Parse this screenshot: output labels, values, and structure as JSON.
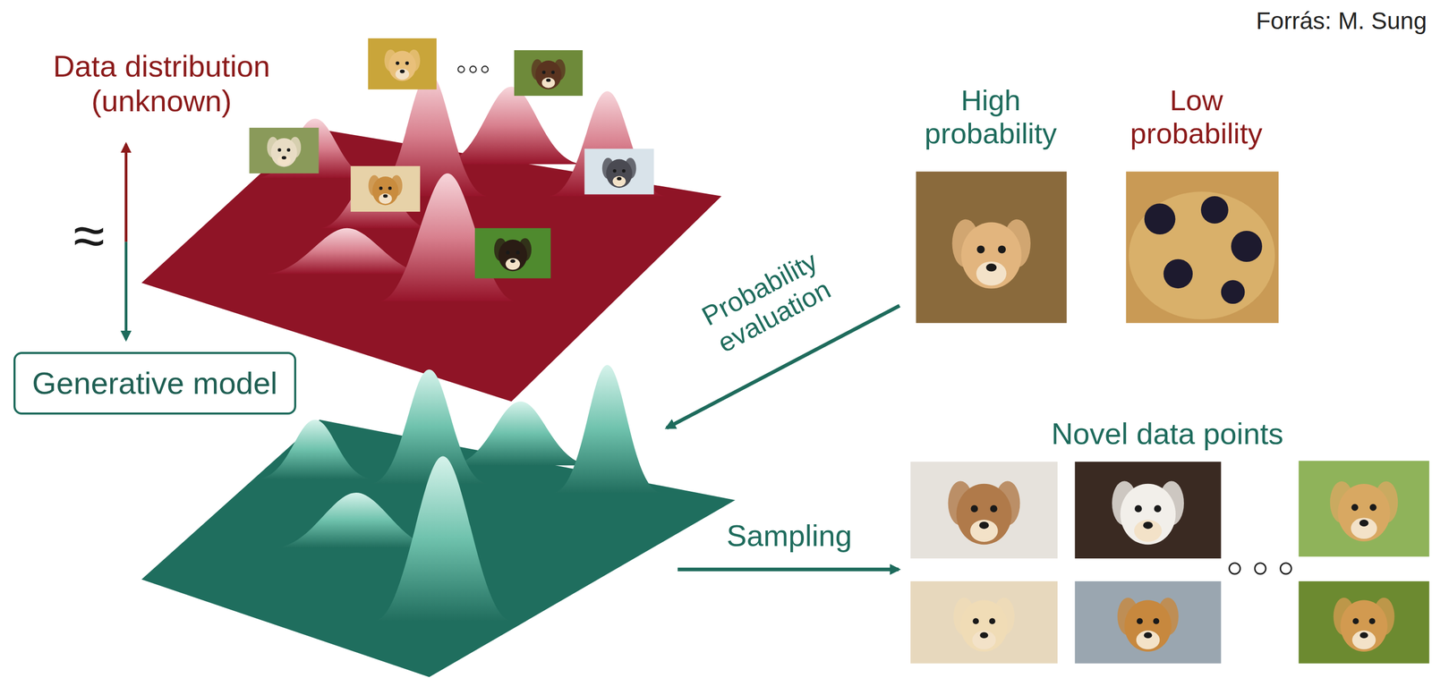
{
  "diagram": {
    "nodes": [
      {
        "text": [
          "Generative model"
        ]
      }
    ],
    "labels": [
      "Forrás: M. Sung",
      "Data distribution (unknown)",
      "≈",
      "High probability",
      "Low probability",
      "Probability evaluation",
      "Sampling",
      "Novel data points"
    ]
  }
}
